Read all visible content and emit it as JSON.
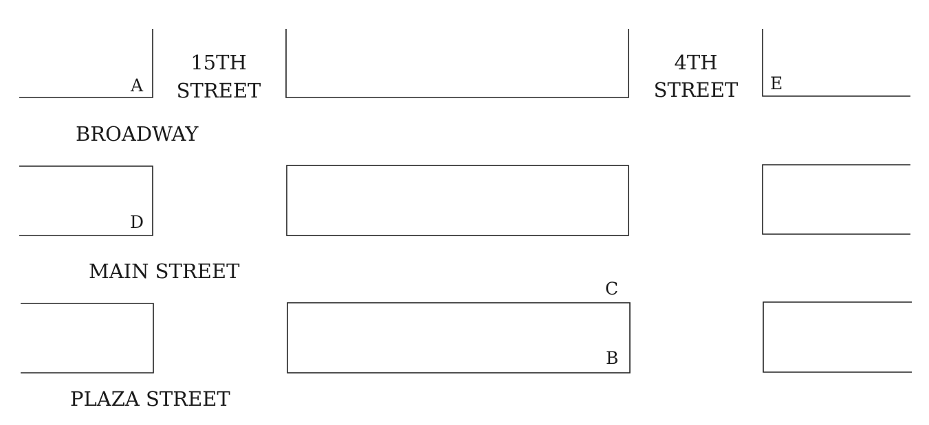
{
  "streets": {
    "fifteenth_line1": "15TH",
    "fifteenth_line2": "STREET",
    "fourth_line1": "4TH",
    "fourth_line2": "STREET",
    "broadway": "BROADWAY",
    "main": "MAIN STREET",
    "plaza": "PLAZA STREET"
  },
  "points": {
    "a": "A",
    "b": "B",
    "c": "C",
    "d": "D",
    "e": "E"
  }
}
